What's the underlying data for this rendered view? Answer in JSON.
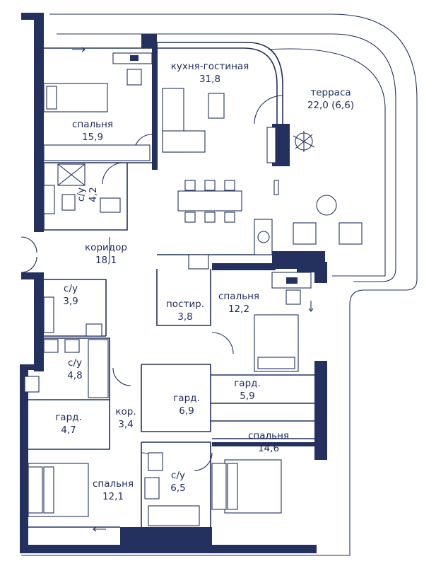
{
  "rooms": {
    "kitchen_living": {
      "name": "кухня-гостиная",
      "area": "31,8"
    },
    "terrace": {
      "name": "терраса",
      "area": "22,0 (6,6)"
    },
    "bedroom_top": {
      "name": "спальня",
      "area": "15,9"
    },
    "bath_top": {
      "name": "с/у",
      "area": "4,2"
    },
    "corridor": {
      "name": "коридор",
      "area": "18,1"
    },
    "bath_mid": {
      "name": "с/у",
      "area": "3,9"
    },
    "laundry": {
      "name": "постир.",
      "area": "3,8"
    },
    "bedroom_right": {
      "name": "спальня",
      "area": "12,2"
    },
    "bath_left": {
      "name": "с/у",
      "area": "4,8"
    },
    "wardrobe_right": {
      "name": "гард.",
      "area": "5,9"
    },
    "wardrobe_mid": {
      "name": "гард.",
      "area": "6,9"
    },
    "hall": {
      "name": "кор.",
      "area": "3,4"
    },
    "wardrobe_left": {
      "name": "гард.",
      "area": "4,7"
    },
    "bedroom_bottom_right": {
      "name": "спальня",
      "area": "14,6"
    },
    "bath_bottom": {
      "name": "с/у",
      "area": "6,5"
    },
    "bedroom_bottom_left": {
      "name": "спальня",
      "area": "12,1"
    }
  },
  "colors": {
    "wall": "#24305e",
    "background": "#ffffff"
  }
}
